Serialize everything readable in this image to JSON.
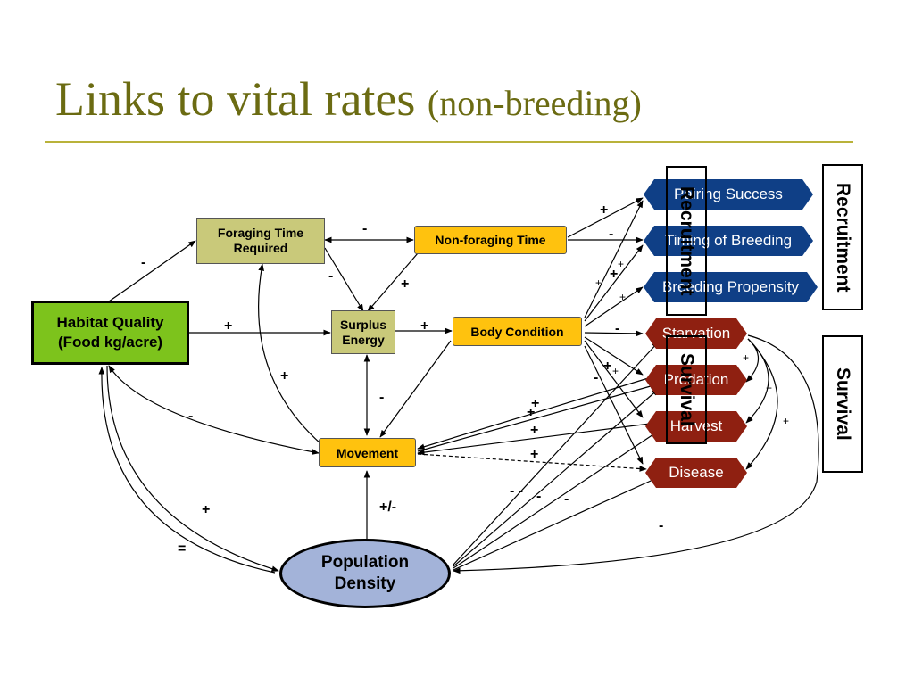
{
  "title": {
    "main": "Links to vital rates",
    "sub": "(non-breeding)"
  },
  "nodes": {
    "habitat_quality": {
      "line1": "Habitat Quality",
      "line2": "(Food kg/acre)"
    },
    "foraging_time": {
      "line1": "Foraging Time",
      "line2": "Required"
    },
    "surplus_energy": {
      "line1": "Surplus",
      "line2": "Energy"
    },
    "non_foraging_time": "Non-foraging Time",
    "body_condition": "Body Condition",
    "movement": "Movement",
    "population_density": {
      "line1": "Population",
      "line2": "Density"
    },
    "pairing_success": "Pairing Success",
    "timing_of_breeding": "Timing of Breeding",
    "breeding_propensity": "Breeding Propensity",
    "starvation": "Starvation",
    "predation": "Predation",
    "harvest": "Harvest",
    "disease": "Disease"
  },
  "group_labels": {
    "recruitment": "Recruitment",
    "survival": "Survival"
  },
  "signs": [
    "-",
    "-",
    "-",
    "+",
    "+",
    "+",
    "+",
    "-",
    "+",
    "+",
    "+",
    "+",
    "-",
    "+",
    "+",
    "-",
    "-",
    "+",
    "+",
    "+",
    "+",
    "+",
    "+/-",
    "+",
    "=",
    "-",
    "- -",
    "-",
    "-",
    "+",
    "+",
    "+"
  ],
  "colors": {
    "title": "#6b6b12",
    "rule": "#b9b23a",
    "habitat_quality": "#7dc31c",
    "olive_nodes": "#c9c97a",
    "yellow_nodes": "#ffc20e",
    "population_density": "#a3b3d9",
    "recruitment_nodes": "#0f3f86",
    "survival_nodes": "#8f2011"
  }
}
